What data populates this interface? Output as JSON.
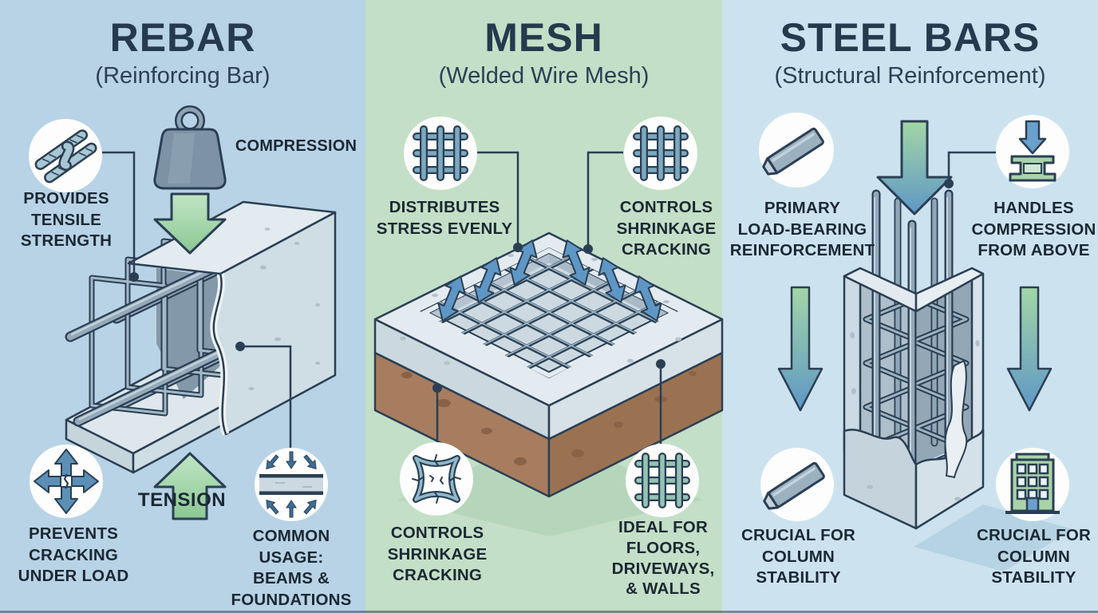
{
  "columns": [
    {
      "id": "rebar",
      "title": "REBAR",
      "subtitle": "(Reinforcing Bar)",
      "callouts": {
        "tensile": "PROVIDES\nTENSILE\nSTRENGTH",
        "compression": "COMPRESSION",
        "tension": "TENSION",
        "cracking": "PREVENTS\nCRACKING\nUNDER LOAD",
        "usage": "COMMON USAGE:\nBEAMS &\nFOUNDATIONS"
      },
      "icons": [
        "twisted-rebar",
        "weight",
        "four-arrows",
        "compressed-beam"
      ]
    },
    {
      "id": "mesh",
      "title": "MESH",
      "subtitle": "(Welded Wire Mesh)",
      "callouts": {
        "distributes": "DISTRIBUTES\nSTRESS EVENLY",
        "controls_top": "CONTROLS\nSHRINKAGE\nCRACKING",
        "controls_bottom": "CONTROLS\nSHRINKAGE\nCRACKING",
        "ideal": "IDEAL FOR\nFLOORS,\nDRIVEWAYS,\n& WALLS"
      },
      "icons": [
        "wire-mesh",
        "wire-mesh",
        "cracked-slab",
        "wire-mesh"
      ]
    },
    {
      "id": "steel-bars",
      "title": "STEEL BARS",
      "subtitle": "(Structural Reinforcement)",
      "callouts": {
        "primary": "PRIMARY\nLOAD-BEARING\nREINFORCEMENT",
        "handles": "HANDLES\nCOMPRESSION\nFROM ABOVE",
        "crucial_left": "CRUCIAL FOR\nCOLUMN\nSTABILITY",
        "crucial_right": "CRUCIAL FOR\nCOLUMN\nSTABILITY"
      },
      "icons": [
        "steel-bar",
        "compression-block",
        "steel-bar",
        "building"
      ]
    }
  ],
  "colors": {
    "bg_left": "#b8d3e6",
    "bg_mid": "#c3dfc7",
    "bg_right": "#cce3ef",
    "outline_navy": "#2b3f54",
    "text": "#1b2833",
    "title": "#263a4e",
    "green_arrow": "#a9d8ab",
    "blue_arrow": "#5e97c6",
    "concrete_light": "#e2ebf0",
    "concrete_mid": "#cfdde5",
    "soil_brown": "#a87c5e",
    "icon_circle": "#fcfdfc",
    "icon_green": "#a9d4a9",
    "steel_gray": "#93a9b9"
  }
}
